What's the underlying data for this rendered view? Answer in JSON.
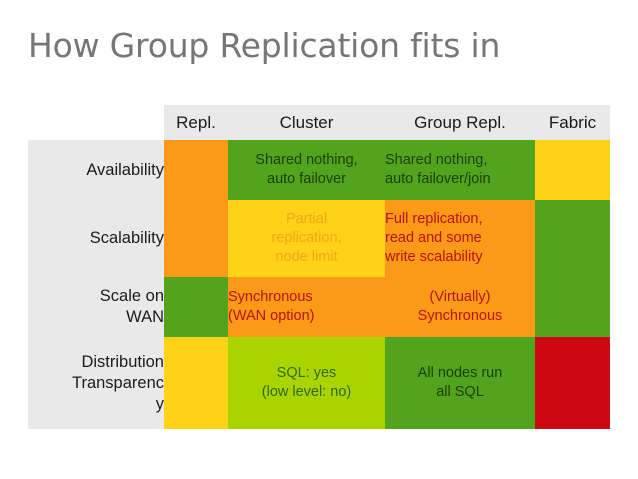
{
  "slide": {
    "title": "How Group Replication fits in",
    "title_color": "#767676"
  },
  "palette": {
    "green": "#52a31d",
    "orange": "#fb9a17",
    "yellow": "#ffd117",
    "lime": "#aad400",
    "red": "#cc0812",
    "label_bg": "#e9e9e9",
    "header_bg": "#e9e9e9"
  },
  "table": {
    "corner_label": "",
    "columns": [
      {
        "label": "Repl."
      },
      {
        "label": "Cluster"
      },
      {
        "label": "Group Repl."
      },
      {
        "label": "Fabric"
      }
    ],
    "rows": [
      {
        "label": "Availability",
        "cells": [
          {
            "text": "",
            "bg": "orange"
          },
          {
            "text": "Shared nothing, auto failover",
            "bg": "green",
            "fg": "dark"
          },
          {
            "text": "Shared nothing, auto failover/join",
            "bg": "green",
            "fg": "dark"
          },
          {
            "text": "",
            "bg": "yellow"
          }
        ]
      },
      {
        "label": "Scalability",
        "cells": [
          {
            "text": "",
            "bg": "orange"
          },
          {
            "text": "Partial replication, node limit",
            "bg": "yellow",
            "fg": "orange"
          },
          {
            "text": "Full replication, read and some write scalability",
            "bg": "orange",
            "fg": "red"
          },
          {
            "text": "",
            "bg": "green"
          }
        ]
      },
      {
        "label": "Scale on WAN",
        "cells": [
          {
            "text": "",
            "bg": "green"
          },
          {
            "text": "Synchronous (WAN option)",
            "bg": "orange",
            "fg": "red"
          },
          {
            "text": "(Virtually) Synchronous",
            "bg": "orange",
            "fg": "red"
          },
          {
            "text": "",
            "bg": "green"
          }
        ]
      },
      {
        "label": "Distribution Transparency",
        "cells": [
          {
            "text": "",
            "bg": "yellow"
          },
          {
            "text": "SQL: yes (low level: no)",
            "bg": "lime",
            "fg": "darkgreen"
          },
          {
            "text": "All nodes run all SQL",
            "bg": "green",
            "fg": "dark"
          },
          {
            "text": "",
            "bg": "red"
          }
        ]
      }
    ],
    "cell_lines": {
      "r0c1": [
        "Shared nothing,",
        "auto failover"
      ],
      "r0c2": [
        "Shared nothing,",
        "auto failover/join"
      ],
      "r1c1": [
        "Partial",
        "replication,",
        "node limit"
      ],
      "r1c2": [
        "Full replication,",
        "read and some",
        "write scalability"
      ],
      "r2c1": [
        "Synchronous",
        "(WAN option)"
      ],
      "r2c2": [
        "(Virtually)",
        "Synchronous"
      ],
      "r3c1": [
        "SQL: yes",
        "(low level: no)"
      ],
      "r3c2": [
        "All nodes run",
        "all SQL"
      ]
    },
    "row_label_lines": {
      "r0": [
        "Availability"
      ],
      "r1": [
        "Scalability"
      ],
      "r2": [
        "Scale on",
        "WAN"
      ],
      "r3": [
        "Distribution",
        "Transparenc",
        "y"
      ]
    }
  }
}
